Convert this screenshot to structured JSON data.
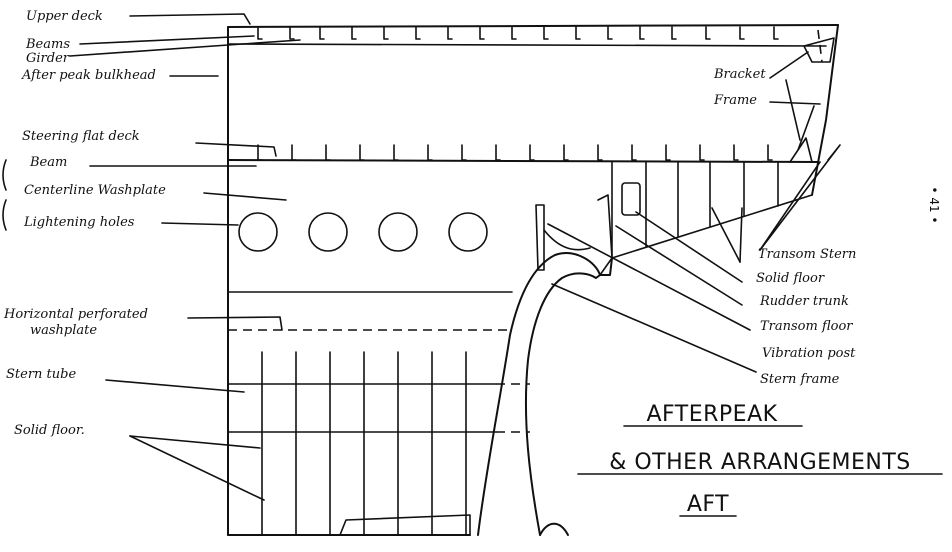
{
  "labels": {
    "upper_deck": "Upper deck",
    "beams": "Beams",
    "girder": "Girder",
    "after_peak_bulkhead": "After peak bulkhead",
    "steering_flat_deck": "Steering flat deck",
    "beam": "Beam",
    "centerline_washplate": "Centerline Washplate",
    "lightening_holes": "Lightening holes",
    "horizontal_perforated_line1": "Horizontal perforated",
    "horizontal_perforated_line2": "washplate",
    "stern_tube": "Stern tube",
    "solid_floor_left": "Solid floor.",
    "bracket": "Bracket",
    "frame": "Frame",
    "transom_stern": "Transom Stern",
    "solid_floor_right": "Solid floor",
    "rudder_trunk": "Rudder trunk",
    "transom_floor": "Transom floor",
    "vibration_post": "Vibration post",
    "stern_frame": "Stern frame"
  },
  "title": {
    "line1": "AFTERPEAK",
    "line2": "& OTHER ARRANGEMENTS",
    "line3": "AFT"
  },
  "page_number": "• 41 •"
}
